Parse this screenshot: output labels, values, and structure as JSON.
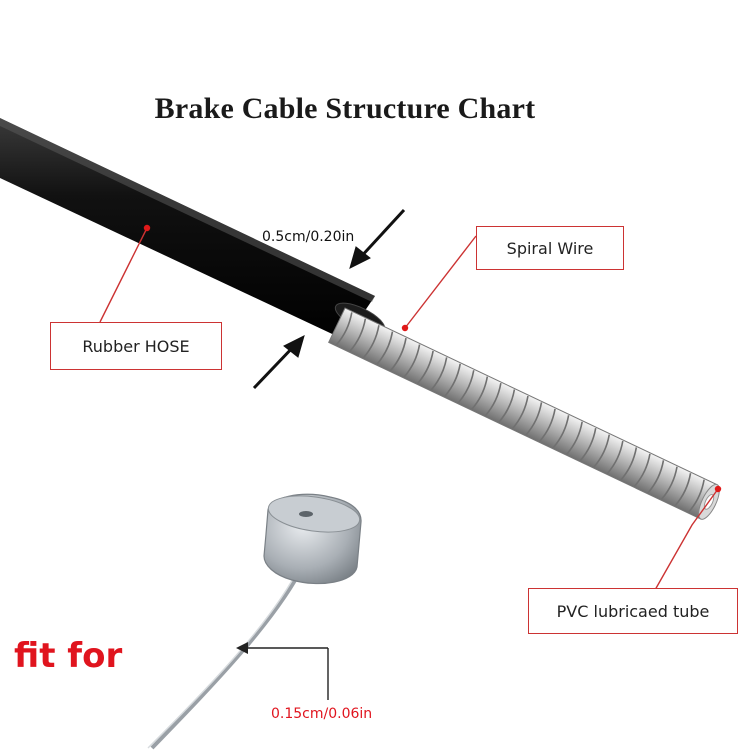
{
  "title": "Brake Cable  Structure Chart",
  "labels": {
    "rubber_hose": "Rubber HOSE",
    "spiral_wire": "Spiral Wire",
    "pvc_tube": "PVC lubricaed tube"
  },
  "dimensions": {
    "hose_diameter": "0.5cm/0.20in",
    "wire_diameter": "0.15cm/0.06in"
  },
  "fit_for": "fit for",
  "colors": {
    "leader_line": "#cc3333",
    "label_border": "#cc3333",
    "fit_for_text": "#e0141e",
    "wire_dim_text": "#e0141e",
    "hose": "#111111",
    "spiral": "#b8b8b8"
  }
}
